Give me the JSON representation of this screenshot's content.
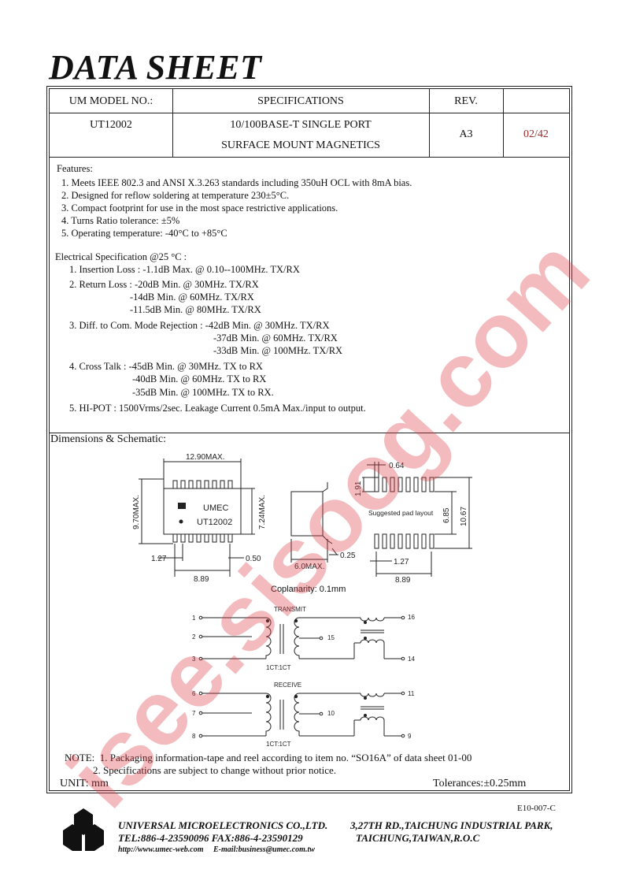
{
  "doc": {
    "title": "DATA SHEET",
    "header": {
      "model_label": "UM MODEL NO.:",
      "specs_label": "SPECIFICATIONS",
      "rev_label": "REV.",
      "model_value": "UT12002",
      "spec_line1": "10/100BASE-T SINGLE PORT",
      "spec_line2": "SURFACE MOUNT MAGNETICS",
      "rev_value": "A3",
      "date_value": "02/42"
    },
    "features": {
      "heading": "Features:",
      "items": [
        "1. Meets IEEE 802.3 and ANSI X.3.263 standards including 350uH OCL with 8mA bias.",
        "2. Designed for reflow soldering at temperature 230±5°C.",
        "3. Compact footprint for use in the most space restrictive applications.",
        "4. Turns Ratio tolerance: ±5%",
        "5. Operating temperature: -40°C to +85°C"
      ]
    },
    "electrical": {
      "heading": "Electrical Specification @25 °C :",
      "insertion": "1. Insertion Loss : -1.1dB Max. @ 0.10--100MHz. TX/RX",
      "return": [
        "2. Return Loss : -20dB Min. @ 30MHz. TX/RX",
        "-14dB Min. @ 60MHz. TX/RX",
        "-11.5dB Min. @ 80MHz. TX/RX"
      ],
      "cmr": [
        "3. Diff. to Com. Mode Rejection : -42dB Min. @ 30MHz. TX/RX",
        "-37dB Min. @ 60MHz. TX/RX",
        "-33dB Min. @ 100MHz. TX/RX"
      ],
      "crosstalk": [
        "4. Cross Talk : -45dB Min. @ 30MHz. TX to RX",
        "-40dB Min. @ 60MHz. TX to RX",
        "-35dB Min. @ 100MHz. TX to RX."
      ],
      "hipot": "5. HI-POT : 1500Vrms/2sec. Leakage Current 0.5mA Max./input to output."
    },
    "dimensions": {
      "heading": "Dimensions & Schematic:",
      "width_max": "12.90MAX.",
      "height_max": "9.70MAX.",
      "body_height_max": "7.24MAX.",
      "pitch": "1.27",
      "span": "8.89",
      "lead_width": "0.50",
      "side_max": "6.0MAX.",
      "lead_thickness": "0.25",
      "pad_width": "0.64",
      "pad_length": "1.91",
      "pad_span_inner": "6.85",
      "pad_span_outer": "10.67",
      "pad_pitch": "1.27",
      "pad_row_length": "8.89",
      "pad_layout_label": "Suggested pad layout",
      "chip_brand": "UMEC",
      "chip_part": "UT12002",
      "coplanarity": "Coplanarity: 0.1mm"
    },
    "schematic": {
      "transmit_label": "TRANSMIT",
      "receive_label": "RECEIVE",
      "ratio_label": "1CT:1CT",
      "tx_pins_left": [
        "1",
        "2",
        "3"
      ],
      "tx_pin_center": "15",
      "tx_pins_right": [
        "16",
        "14"
      ],
      "rx_pins_left": [
        "6",
        "7",
        "8"
      ],
      "rx_pin_center": "10",
      "rx_pins_right": [
        "11",
        "9"
      ]
    },
    "notes": {
      "line1": "NOTE:  1. Packaging information-tape and reel according to item no. “SO16A” of data sheet 01-00",
      "line2": "2. Specifications are subject to change without prior notice.",
      "unit": "UNIT:  mm",
      "tolerance": "Tolerances:±0.25mm"
    },
    "footer": {
      "doc_code": "E10-007-C",
      "company": "UNIVERSAL MICROELECTRONICS CO.,LTD.",
      "address1": "3,27TH RD.,TAICHUNG INDUSTRIAL PARK,",
      "phone": "TEL:886-4-23590096 FAX:886-4-23590129",
      "address2": "TAICHUNG,TAIWAN,R.O.C",
      "web": "http://www.umec-web.com     E-mail:business@umec.com.tw"
    },
    "watermark": "isee.sisoog.com"
  },
  "colors": {
    "date_red": "#9b2a2a",
    "watermark": "#dc3c46"
  }
}
